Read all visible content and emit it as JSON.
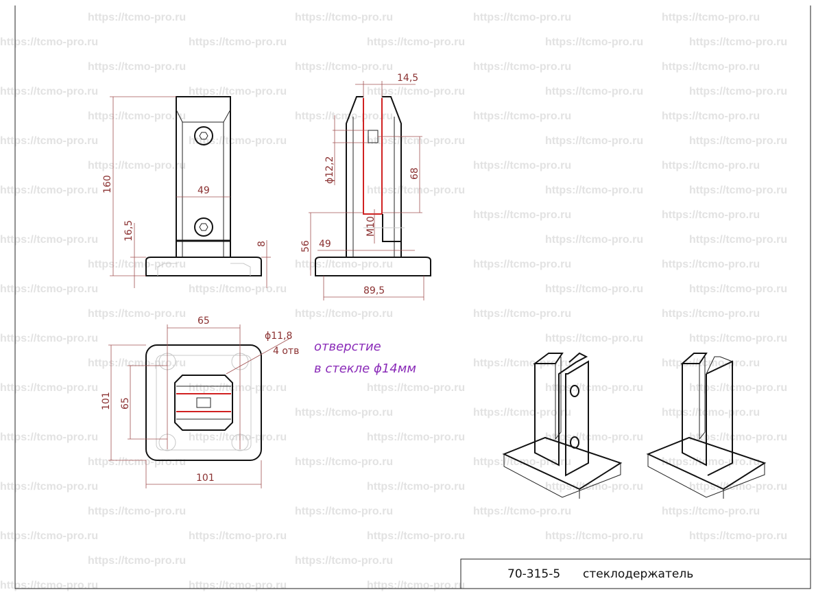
{
  "watermark": "https://tcmo-pro.ru",
  "dimensions": {
    "front_height": "160",
    "front_base_offset": "16,5",
    "front_width": "49",
    "front_plate_thickness": "8",
    "side_slot_width": "14,5",
    "side_hole_diameter": "ϕ12,2",
    "side_hole_height": "68",
    "side_base_height": "56",
    "side_width": "49",
    "side_thread": "M10",
    "side_plate_width": "89,5",
    "top_hole_spacing_x": "65",
    "top_hole_spacing_y": "65",
    "top_plate_width": "101",
    "top_plate_depth": "101",
    "top_hole_diameter": "ϕ11,8",
    "top_hole_count": "4 отв"
  },
  "note": {
    "line1": "отверстие",
    "line2": "в стекле  ϕ14мм"
  },
  "title_block": {
    "code": "70-315-5",
    "name": "стеклодержатель"
  },
  "colors": {
    "line": "#111111",
    "dimension": "#a05050",
    "glass": "#d02020",
    "note": "#8a2bb8",
    "watermark": "#e2e2e2"
  }
}
